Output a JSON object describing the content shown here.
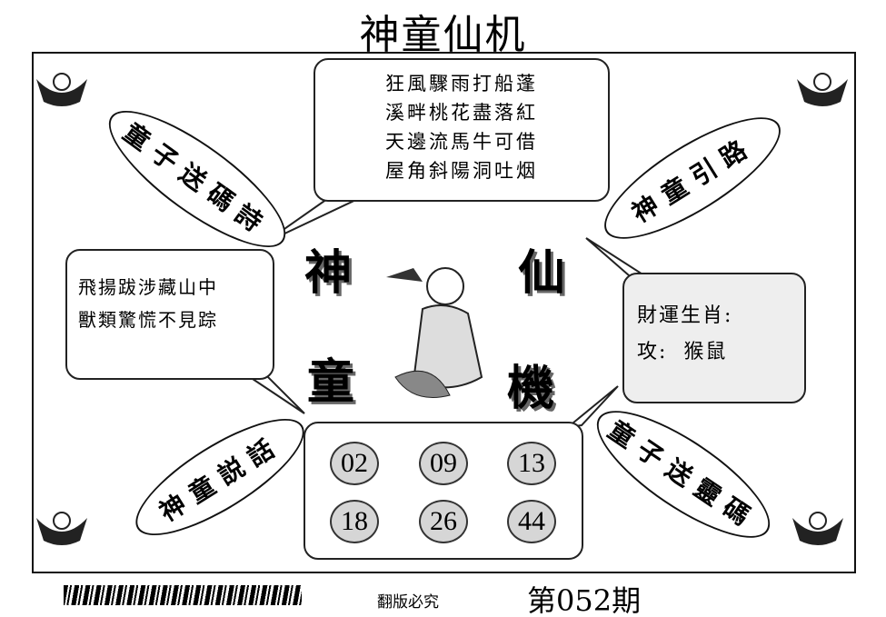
{
  "title": "神童仙机",
  "poem": {
    "lines": [
      "狂風驟雨打船蓬",
      "溪畔桃花盡落紅",
      "天邊流馬牛可借",
      "屋角斜陽洞吐烟"
    ]
  },
  "left_bubble": {
    "lines": [
      "飛揚跋涉藏山中",
      "獸類驚慌不見踪"
    ]
  },
  "right_bubble": {
    "lines": [
      "財運生肖:",
      "攻:  猴鼠"
    ]
  },
  "ellipses": {
    "top_left": "童子送碼詩",
    "top_right": "神童引路",
    "bottom_left": "神童説話",
    "bottom_right": "童子送靈碼"
  },
  "center_chars": [
    "神",
    "仙",
    "童",
    "機"
  ],
  "numbers": [
    "02",
    "09",
    "13",
    "18",
    "26",
    "44"
  ],
  "footer": {
    "copyright": "翻版必究",
    "issue": "第052期"
  }
}
